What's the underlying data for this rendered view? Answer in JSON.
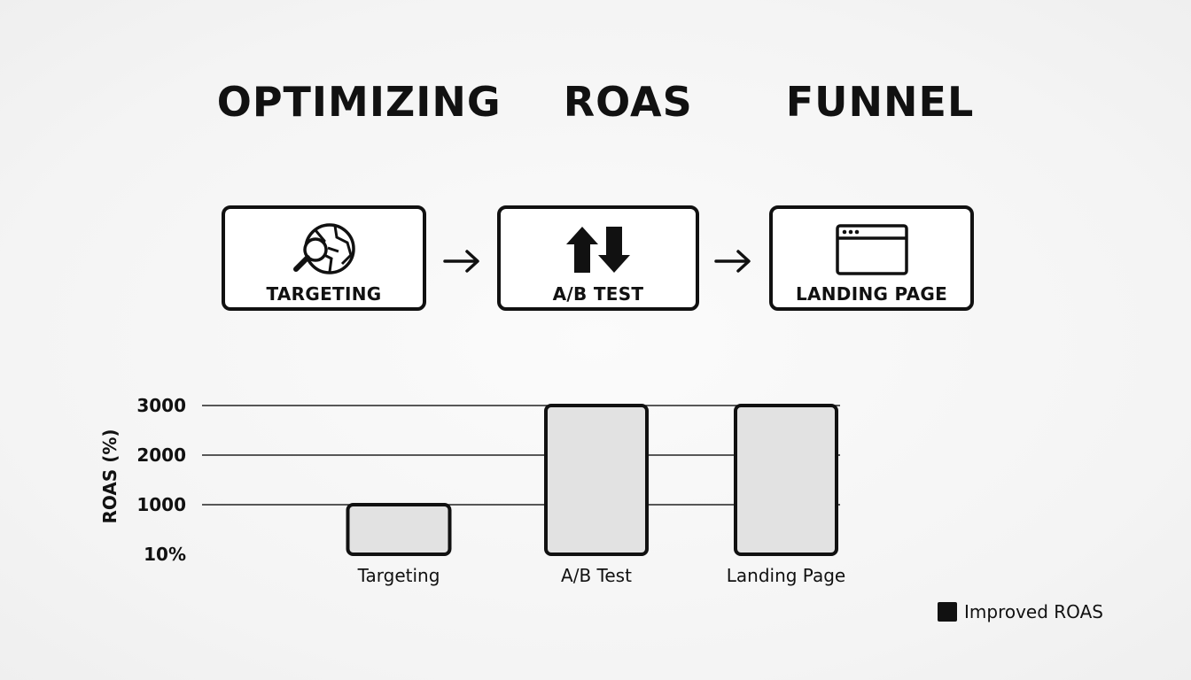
{
  "title": "OPTIMIZING  ROAS   FUNNEL",
  "funnel": {
    "steps": [
      {
        "label": "TARGETING",
        "icon": "search-globe-icon"
      },
      {
        "label": "A/B TEST",
        "icon": "up-down-arrows-icon"
      },
      {
        "label": "LANDING PAGE",
        "icon": "browser-window-icon"
      }
    ],
    "connector_icon": "right-arrow-icon"
  },
  "chart_data": {
    "type": "bar",
    "categories": [
      "Targeting",
      "A/B Test",
      "Landing Page"
    ],
    "series": [
      {
        "name": "Improved ROAS",
        "values": [
          1000,
          3000,
          3000
        ],
        "base": [
          10,
          10,
          10
        ]
      }
    ],
    "ylabel": "ROAS (%)",
    "xlabel": "",
    "y_ticks": [
      {
        "value": 10,
        "label": "10%"
      },
      {
        "value": 1000,
        "label": "1000"
      },
      {
        "value": 2000,
        "label": "2000"
      },
      {
        "value": 3000,
        "label": "3000"
      }
    ],
    "ylim": [
      10,
      3000
    ],
    "grid": true,
    "legend_position": "bottom-right",
    "colors": {
      "bar_fill": "#e2e2e2",
      "bar_stroke": "#111111",
      "legend_swatch": "#111111"
    }
  }
}
